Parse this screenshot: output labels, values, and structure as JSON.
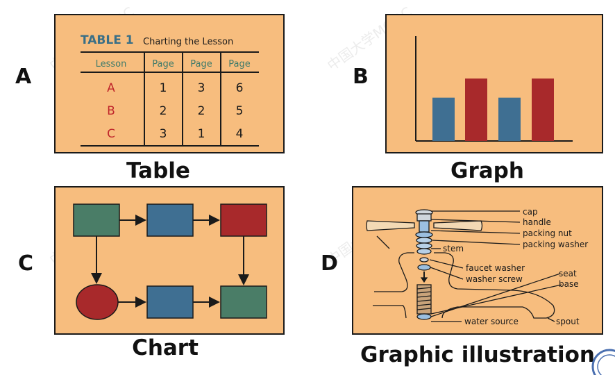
{
  "labels": {
    "a": "A",
    "b": "B",
    "c": "C",
    "d": "D"
  },
  "captions": {
    "a": "Table",
    "b": "Graph",
    "c": "Chart",
    "d": "Graphic illustration"
  },
  "table": {
    "title_main": "TABLE 1",
    "title_sub": "Charting the Lesson",
    "headers": [
      "Lesson",
      "Page",
      "Page",
      "Page"
    ],
    "rows": [
      [
        "A",
        "1",
        "3",
        "6"
      ],
      [
        "B",
        "2",
        "2",
        "5"
      ],
      [
        "C",
        "3",
        "1",
        "4"
      ]
    ]
  },
  "graph": {
    "chart_data": {
      "type": "bar",
      "values": [
        0.43,
        0.62,
        0.43,
        0.62
      ],
      "colors": [
        "#3f6f92",
        "#a8292b",
        "#3f6f92",
        "#a8292b"
      ]
    }
  },
  "flowchart": {
    "nodes": [
      "box-green",
      "box-blue",
      "box-red",
      "circle-red",
      "box-blue",
      "box-green"
    ],
    "colors": {
      "green": "#4a7d67",
      "blue": "#3f6f92",
      "red": "#a8292b"
    }
  },
  "faucet": {
    "parts": {
      "cap": "cap",
      "handle": "handle",
      "packing_nut": "packing nut",
      "packing_washer": "packing washer",
      "stem": "stem",
      "faucet_washer": "faucet washer",
      "washer_screw": "washer screw",
      "seat": "seat",
      "base": "base",
      "water_source": "water source",
      "spout": "spout"
    }
  },
  "watermark": {
    "text": "中国大学MOOC"
  }
}
